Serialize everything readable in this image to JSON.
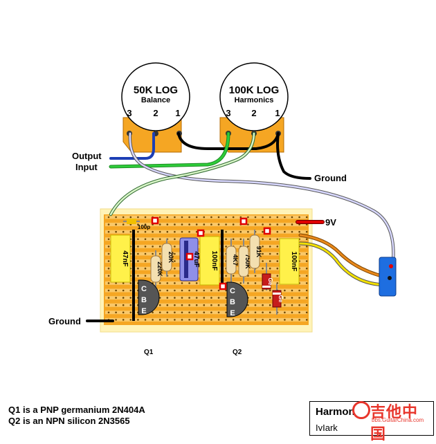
{
  "pots": [
    {
      "value": "50K LOG",
      "name": "Balance",
      "lugs": [
        "3",
        "2",
        "1"
      ]
    },
    {
      "value": "100K LOG",
      "name": "Harmonics",
      "lugs": [
        "3",
        "2",
        "1"
      ]
    }
  ],
  "labels": {
    "output": "Output",
    "input": "Input",
    "ground_top": "Ground",
    "ground_left": "Ground",
    "nine_volt": "9V",
    "q1": "Q1",
    "q2": "Q2"
  },
  "components": {
    "c_100p": "100p",
    "c_47nf": "47nF",
    "r_220k": "220K",
    "r_20k": "20K",
    "c_47uf": "47uF",
    "c_100nf_a": "100nF",
    "r_4k7": "4K7",
    "r_750k": "750K",
    "r_91k": "91K",
    "c_100nf_b": "100nF",
    "d1": "Ge",
    "d2": "Ge",
    "pins": [
      "C",
      "B",
      "E"
    ]
  },
  "notes": [
    "Q1 is a PNP germanium 2N404A",
    "Q2 is an NPN silicon 2N3565"
  ],
  "title_block": {
    "title": "Harmon",
    "author": "IvIark"
  },
  "watermark": {
    "text": "吉他中国",
    "sub": "bbs.GuitarChina.com"
  },
  "colors": {
    "board_outer": "#fff3b8",
    "stripboard": "#f5a623",
    "track_line": "#f9c86a",
    "pot_body": "#f5a623",
    "cap_yellow": "#fff14a",
    "electrolytic": "#8f8fe8",
    "wire_blue": "#1d3fb5",
    "wire_green": "#2ecc3a",
    "wire_black": "#000000",
    "wire_orange": "#d87a10",
    "wire_yellow": "#f2e000",
    "wire_lavender": "#a9a9f0",
    "wire_red": "#e00000",
    "battery": "#1e6ee0"
  }
}
